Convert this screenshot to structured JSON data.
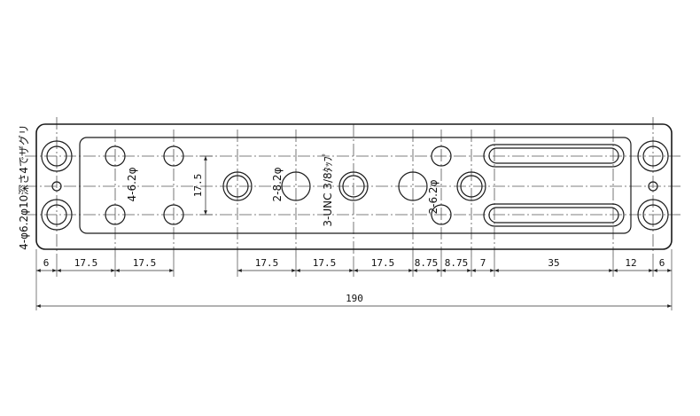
{
  "dimensions": {
    "row1": [
      "6",
      "17.5",
      "17.5"
    ],
    "row2": [
      "17.5",
      "17.5",
      "17.5",
      "8.75",
      "8.75",
      "7",
      "35",
      "12",
      "6"
    ],
    "vertical": "17.5",
    "total": "190"
  },
  "labels": {
    "counterbore": "4-φ6.2φ10深さ4でザグリ",
    "holes_left": "4-6.2φ",
    "holes_pair_left": "2-8.2φ",
    "tapped": "3-UNC 3/8ﾀｯﾌﾟ",
    "holes_pair_right": "2-6.2φ"
  },
  "colors": {
    "line": "#1a1a1a",
    "fill_gray": "#d9d9d9"
  }
}
